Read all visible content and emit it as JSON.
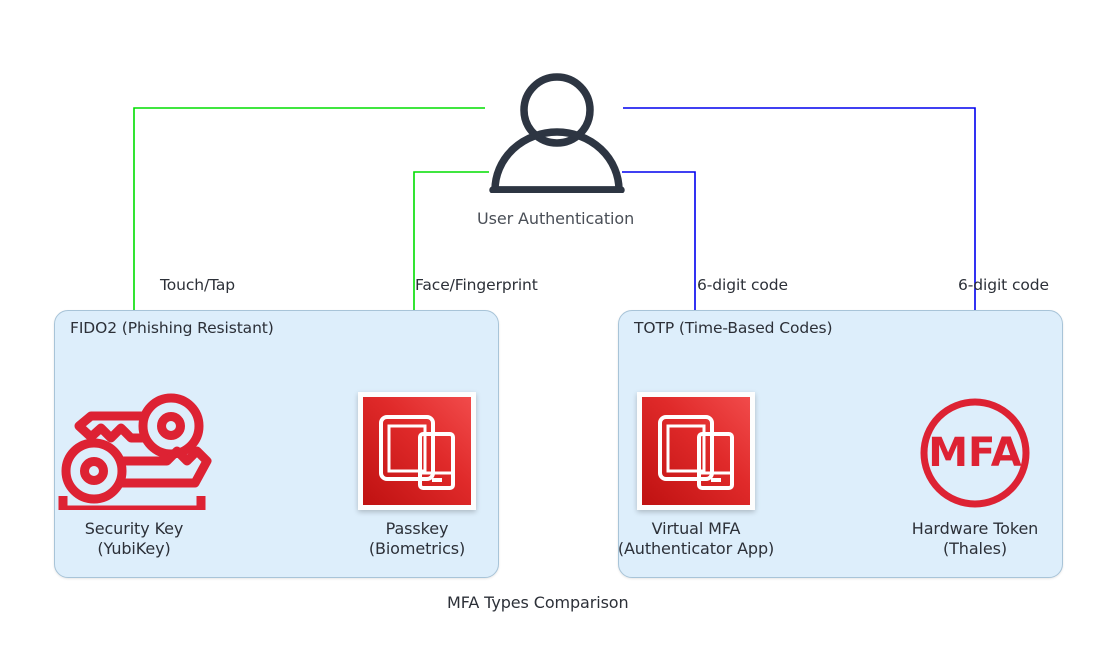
{
  "diagram": {
    "caption": "MFA Types Comparison",
    "person": {
      "label": "User Authentication",
      "icon": "person-icon"
    },
    "groups": [
      {
        "id": "fido2",
        "title": "FIDO2 (Phishing Resistant)",
        "nodes": [
          {
            "id": "security-key",
            "label": "Security Key\n(YubiKey)",
            "icon": "keys-icon"
          },
          {
            "id": "passkey",
            "label": "Passkey\n(Biometrics)",
            "icon": "devices-tile-icon"
          }
        ]
      },
      {
        "id": "totp",
        "title": "TOTP (Time-Based Codes)",
        "nodes": [
          {
            "id": "virtual-mfa",
            "label": "Virtual MFA\n(Authenticator App)",
            "icon": "devices-tile-icon"
          },
          {
            "id": "hardware-token",
            "label": "Hardware Token\n(Thales)",
            "icon": "mfa-circle-icon"
          }
        ]
      }
    ],
    "edges": [
      {
        "id": "edge-touch-tap",
        "label": "Touch/Tap",
        "color": "#00dd00",
        "target": "security-key"
      },
      {
        "id": "edge-face-finger",
        "label": "Face/Fingerprint",
        "color": "#00dd00",
        "target": "passkey"
      },
      {
        "id": "edge-code-left",
        "label": "6-digit code",
        "color": "#0000ee",
        "target": "virtual-mfa"
      },
      {
        "id": "edge-code-right",
        "label": "6-digit code",
        "color": "#0000ee",
        "target": "hardware-token"
      }
    ],
    "colors": {
      "group_fill": "#ddeefb",
      "group_border": "#a8c4d8",
      "accent_red": "#dd2233",
      "green_edge": "#00dd00",
      "blue_edge": "#0000ee",
      "text": "#2c3038",
      "person_outline": "#2d3542"
    }
  }
}
